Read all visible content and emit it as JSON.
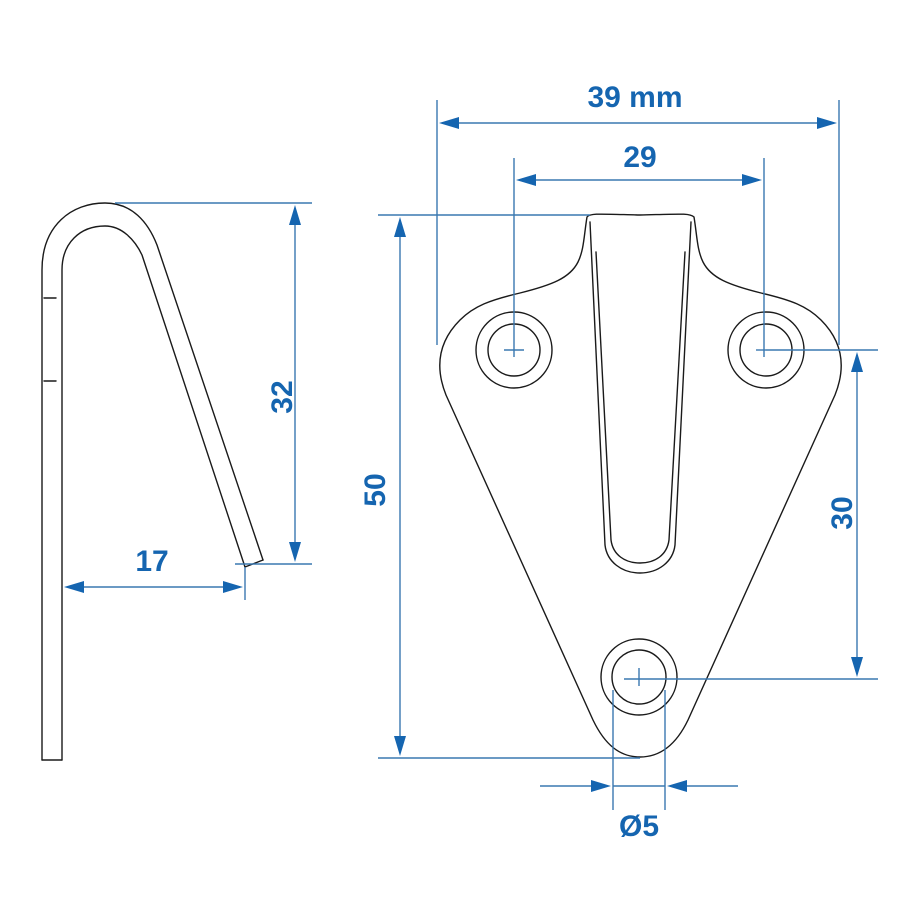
{
  "diagram": {
    "title": "Pad eye / hook plate dimension drawing",
    "colors": {
      "dimension": "#1565b0",
      "outline": "#1a1a1a",
      "background": "#ffffff"
    },
    "side_view": {
      "dimensions": {
        "height": "32",
        "depth": "17"
      }
    },
    "front_view": {
      "dimensions": {
        "overall_width": "39 mm",
        "hole_spacing": "29",
        "overall_height": "50",
        "vertical_hole_spacing": "30",
        "hole_diameter": "Ø5"
      }
    }
  }
}
